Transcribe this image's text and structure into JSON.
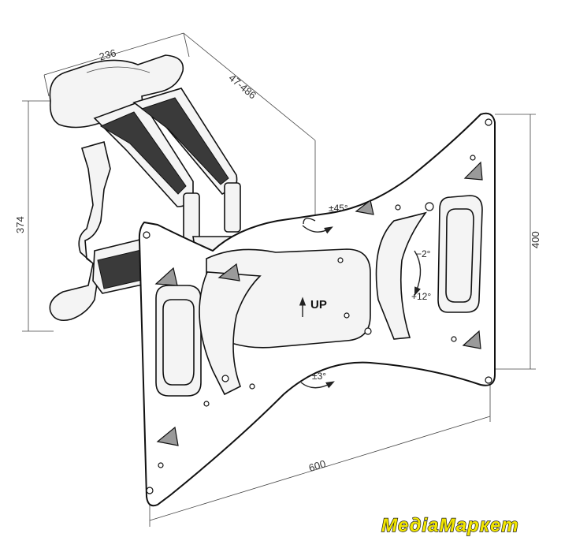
{
  "dimensions": {
    "width_top": "236",
    "arm_extension": "47-486",
    "height_wall": "374",
    "height_plate": "400",
    "width_plate": "600"
  },
  "angles": {
    "swivel": "±45°",
    "tilt_down": "−2°",
    "tilt_up": "+12°",
    "rotation": "±3°"
  },
  "orientation_label": "UP",
  "brand_logo": "МедіаМаркет",
  "colors": {
    "logo_fill": "#f2e600",
    "line": "#111111",
    "triangle_fill": "#9a9a9a"
  }
}
